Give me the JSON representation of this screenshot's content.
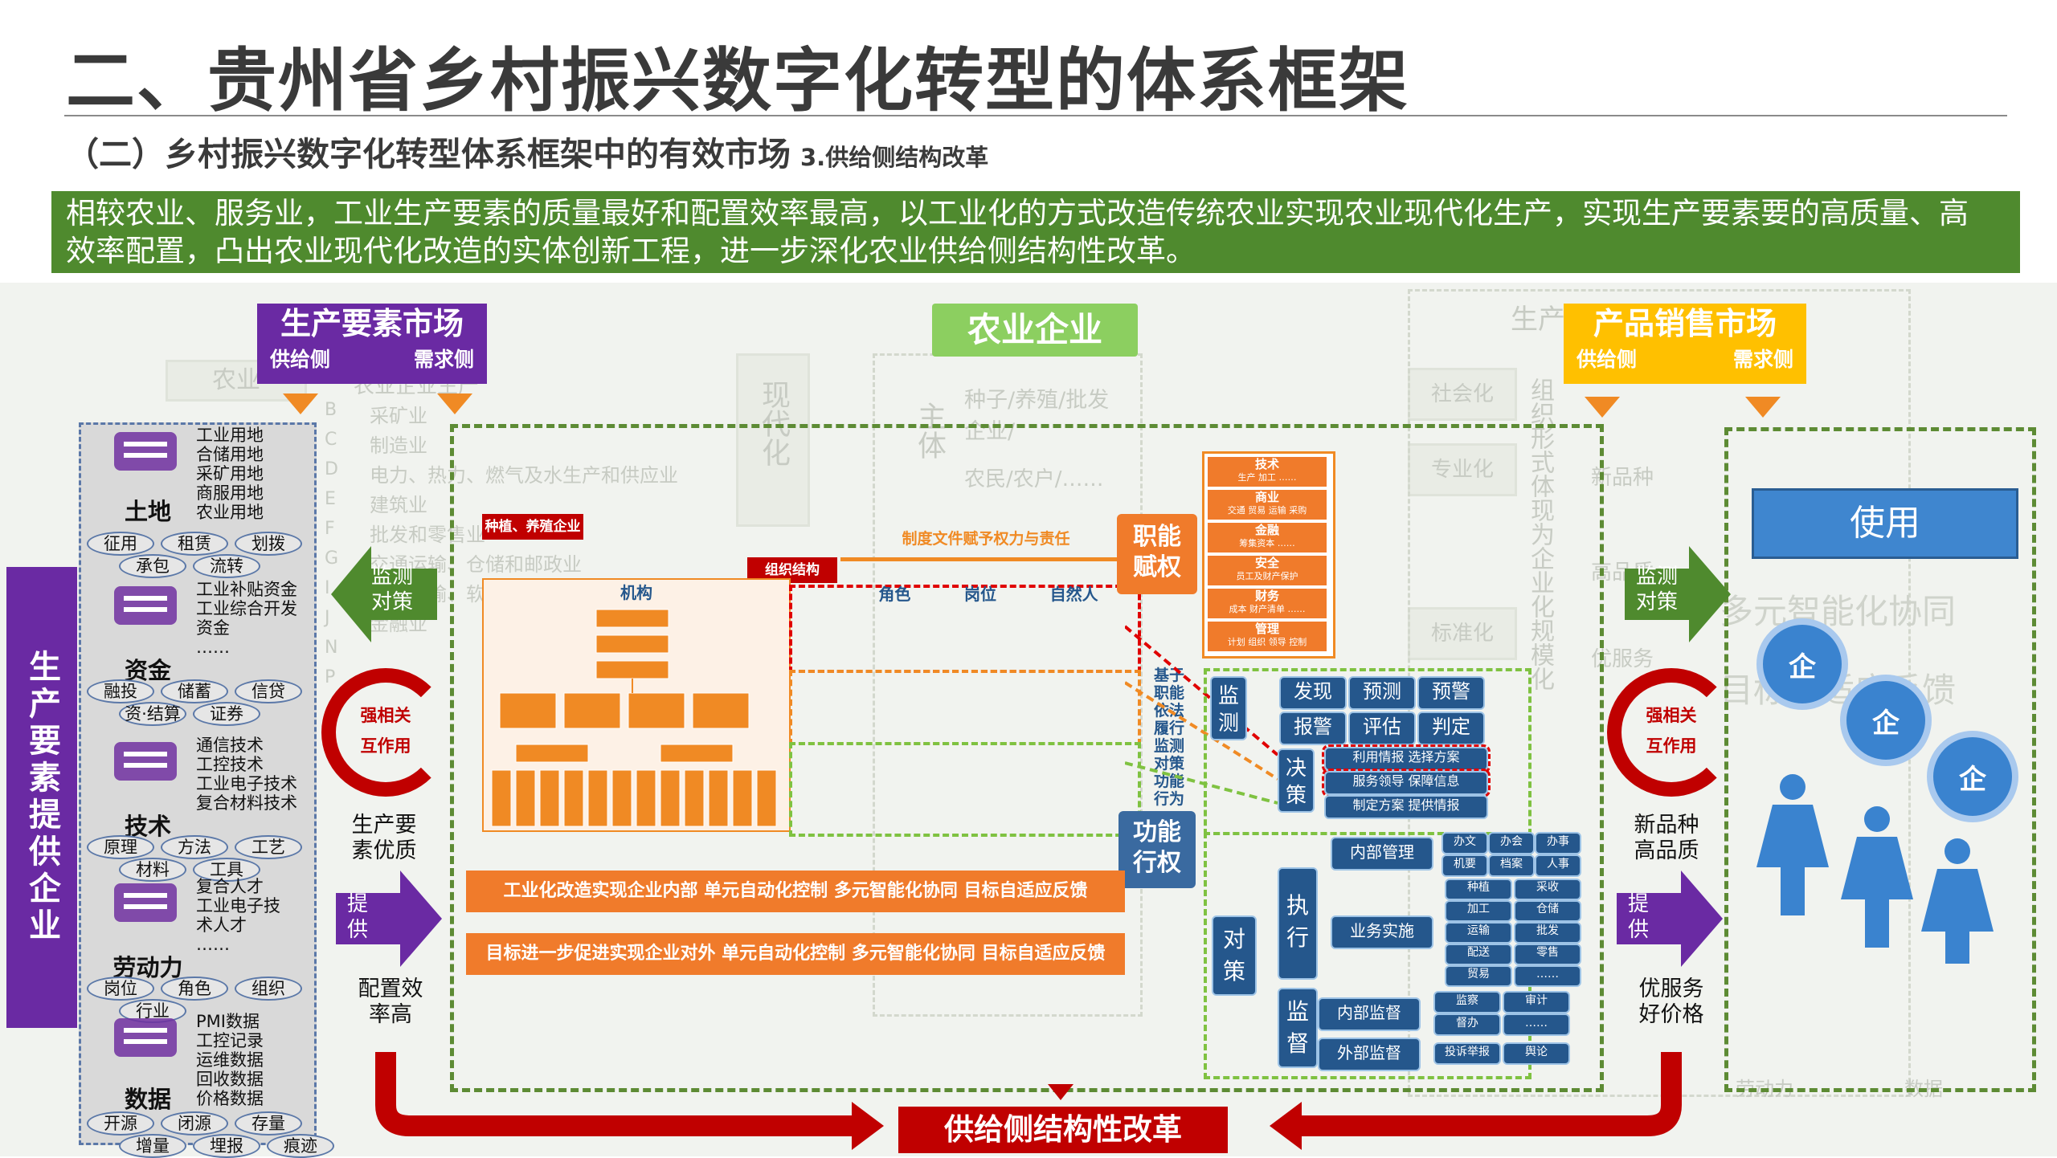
{
  "header": {
    "title": "二、贵州省乡村振兴数字化转型的体系框架",
    "subtitle": "（二）乡村振兴数字化转型体系框架中的有效市场",
    "subtitle_note": "3.供给侧结构改革"
  },
  "banner": {
    "line1": "相较农业、服务业，工业生产要素的质量最好和配置效率最高，以工业化的方式改造传统农业实现农业现代化生产，实现生产要素要的高质量、高",
    "line2": "效率配置，凸出农业现代化改造的实体创新工程，进一步深化农业供给侧结构性改革。"
  },
  "left_market": {
    "title": "生产要素市场",
    "supply": "供给侧",
    "demand": "需求侧"
  },
  "right_market": {
    "title": "产品销售市场",
    "supply": "供给侧",
    "demand": "需求侧"
  },
  "center_title": "农业企业",
  "side_bar": "生产要素提供企业",
  "factors": [
    {
      "name": "土地",
      "items": "工业用地\n合储用地\n采矿用地\n商服用地\n农业用地",
      "ovals": [
        "征用",
        "租赁",
        "划拨",
        "承包",
        "流转"
      ]
    },
    {
      "name": "资金",
      "items": "工业补贴资金\n工业综合开发\n资金\n……",
      "ovals": [
        "融投",
        "储蓄",
        "信贷",
        "资·结算",
        "证券"
      ]
    },
    {
      "name": "技术",
      "items": "通信技术\n工控技术\n工业电子技术\n复合材料技术",
      "ovals": [
        "原理",
        "方法",
        "工艺",
        "材料",
        "工具"
      ]
    },
    {
      "name": "劳动力",
      "items": "复合人才\n工业电子技\n术人才\n……",
      "ovals": [
        "岗位",
        "角色",
        "组织",
        "行业"
      ]
    },
    {
      "name": "数据",
      "items": "PMI数据\n工控记录\n运维数据\n回收数据\n价格数据",
      "ovals": [
        "开源",
        "闭源",
        "存量",
        "增量",
        "埋报",
        "痕迹"
      ]
    }
  ],
  "left_side": {
    "monitor": "监测\n对策",
    "cycle_top": "强相关",
    "cycle_bottom": "互作用",
    "quality": "生产要\n素优质",
    "provide": "提\n供",
    "efficient": "配置效\n率高"
  },
  "right_side": {
    "monitor": "监测\n对策",
    "cycle_top": "强相关",
    "cycle_bottom": "互作用",
    "quality": "新品种\n高品质",
    "provide": "提\n供",
    "service": "优服务\n好价格",
    "use": "使用",
    "ent": "企"
  },
  "ghost_text": {
    "agri": "农业",
    "industry_cat": "农业企业生产",
    "sectors": [
      "采矿业",
      "制造业",
      "电力、热力、燃气及水生产和供应业",
      "建筑业",
      "批发和零售业",
      "交通运输、仓储和邮政业",
      "信息传输、软件和信息技术服务业",
      "金融业"
    ],
    "letters": [
      "B",
      "C",
      "D",
      "E",
      "F",
      "G",
      "I",
      "J",
      "N",
      "P"
    ],
    "modern": "现代化",
    "subject": "主体",
    "plant": "种子/养殖/批发企业/",
    "farmer": "农民/农户/……",
    "social": "社会化",
    "pro": "专业化",
    "std": "标准化",
    "org_form": "组织形式体现为企业化规模化",
    "new_var": "新品种",
    "high_q": "高品质",
    "best_s": "优服务",
    "multi": "多元智能化协同",
    "feedback": "目标自适应反馈",
    "labor": "劳动力",
    "data": "数据",
    "top_right": "生产方式的变革"
  },
  "center": {
    "enterprise_tag": "种植、养殖企业",
    "org_tag": "组织结构",
    "policy": "制度文件赋予权力与责任",
    "org_header": "机构",
    "role_cols": [
      "角色",
      "岗位",
      "自然人"
    ],
    "bar1": "工业化改造实现企业内部 单元自动化控制 多元智能化协同 目标自适应反馈",
    "bar2": "目标进一步促进实现企业对外 单元自动化控制 多元智能化协同 目标自适应反馈",
    "duty_func": "职能\n赋权",
    "func_exec": "功能\n行权",
    "func_desc": "基于职能依法履行监测对策功能行为",
    "org_blocks": [
      {
        "head": "技术",
        "sub": "生产 加工 ……"
      },
      {
        "head": "商业",
        "sub": "交通 贸易 运输 采购"
      },
      {
        "head": "金融",
        "sub": "筹集资本 ……"
      },
      {
        "head": "安全",
        "sub": "员工及财产保护"
      },
      {
        "head": "财务",
        "sub": "成本 财产清单 ……"
      },
      {
        "head": "管理",
        "sub": "计划 组织 领导 控制"
      }
    ]
  },
  "control": {
    "monitor": "监\n测",
    "decide": "决\n策",
    "exec": "执\n行",
    "supervise": "监\n督",
    "strategy": "对\n策",
    "mon_items": [
      "发现",
      "预测",
      "预警",
      "报警",
      "评估",
      "判定"
    ],
    "decision_items": [
      "利用情报 选择方案",
      "服务领导 保障信息",
      "制定方案 提供情报"
    ],
    "internal_mgmt": "内部管理",
    "mgmt_items": [
      "办文",
      "办会",
      "办事",
      "机要",
      "档案",
      "人事"
    ],
    "biz_impl": "业务实施",
    "biz_items": [
      "种植",
      "采收",
      "加工",
      "仓储",
      "运输",
      "批发",
      "配送",
      "零售",
      "贸易",
      "……"
    ],
    "internal_sup": "内部监督",
    "external_sup": "外部监督",
    "sup_items": [
      "监察",
      "审计",
      "督办",
      "……"
    ],
    "ext_items": [
      "投诉举报",
      "舆论"
    ]
  },
  "bottom_bar": "供给侧结构性改革"
}
